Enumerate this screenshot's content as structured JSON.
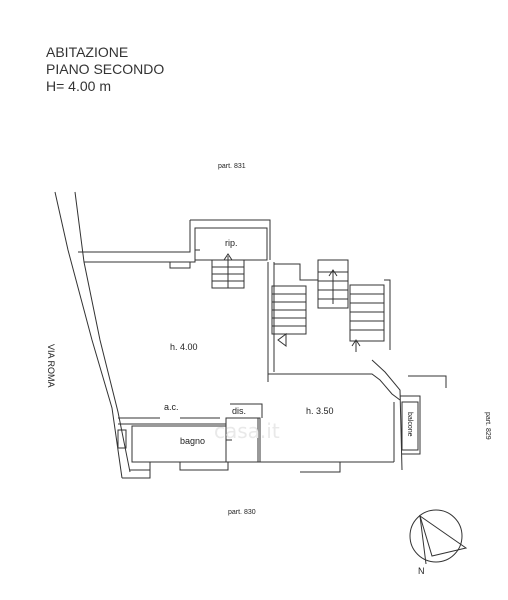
{
  "header": {
    "line1": "ABITAZIONE",
    "line2": "PIANO SECONDO",
    "line3": "H= 4.00 m"
  },
  "labels": {
    "part_top": "part. 831",
    "part_bottom": "part. 830",
    "part_right": "part. 829",
    "street": "VIA ROMA",
    "rip": "rip.",
    "h_main": "h. 4.00",
    "h_right": "h. 3.50",
    "ac": "a.c.",
    "dis": "dis.",
    "bagno": "bagno",
    "balcone": "balcone",
    "north": "N"
  },
  "watermark": "casa.it"
}
